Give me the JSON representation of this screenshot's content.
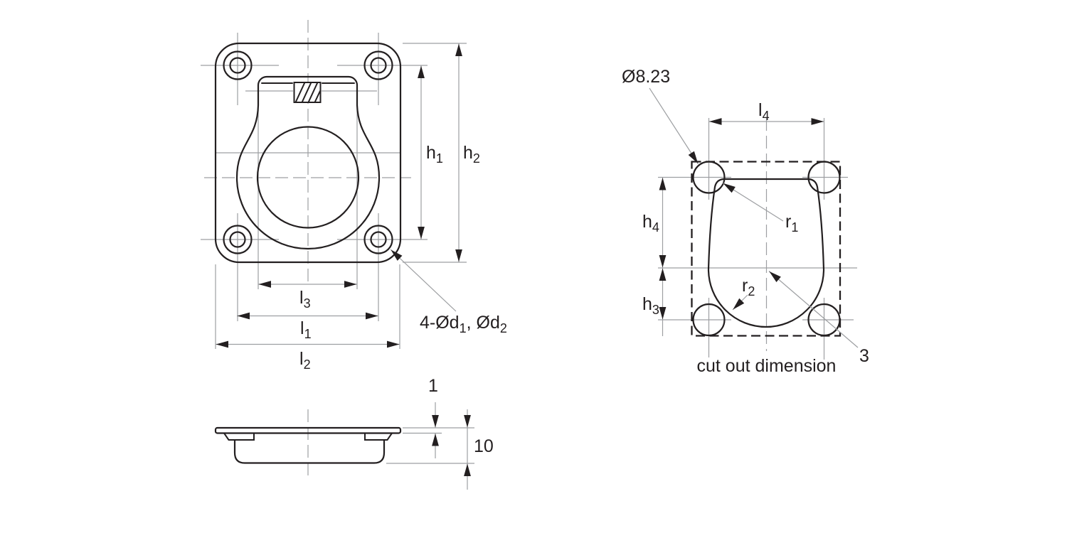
{
  "drawing": {
    "background": "#ffffff",
    "ink_color": "#231f20",
    "thin_line_color": "#9d9fa2",
    "labels": {
      "h1": {
        "base": "h",
        "sub": "1"
      },
      "h2": {
        "base": "h",
        "sub": "2"
      },
      "l1": {
        "base": "l",
        "sub": "1"
      },
      "l2": {
        "base": "l",
        "sub": "2"
      },
      "l3": {
        "base": "l",
        "sub": "3"
      },
      "l4": {
        "base": "l",
        "sub": "4"
      },
      "h3": {
        "base": "h",
        "sub": "3"
      },
      "h4": {
        "base": "h",
        "sub": "4"
      },
      "r1": {
        "base": "r",
        "sub": "1"
      },
      "r2": {
        "base": "r",
        "sub": "2"
      },
      "hole_callout": {
        "p1": "4-Ød",
        "s1": "1",
        "p2": ", Ød",
        "s2": "2"
      },
      "hole_diameter": "Ø8.23",
      "flange_thickness": "1",
      "recess_depth": "10",
      "arc_note": "3",
      "cutout_caption": "cut out dimension"
    }
  }
}
